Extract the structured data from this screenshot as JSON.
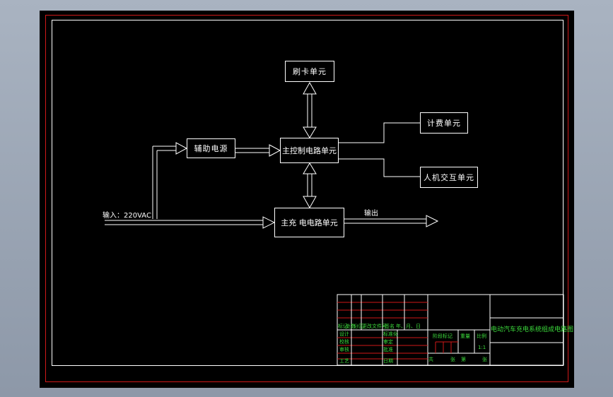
{
  "diagram": {
    "boxes": {
      "card": "刷卡单元",
      "aux_power": "辅助电源",
      "main_control": "主控制电路单元",
      "billing": "计费单元",
      "hmi": "人机交互单元",
      "main_charge": "主充 电电路单元"
    },
    "labels": {
      "input": "输入：220VAC",
      "output": "输出"
    }
  },
  "title_block": {
    "drawing_title": "电动汽车充电系统组成电路图",
    "row_header": [
      "标记",
      "处数",
      "分区",
      "更改文件号",
      "签名",
      "年、月、日"
    ],
    "left_labels": [
      "设计",
      "校核",
      "审核",
      "工艺"
    ],
    "mid_labels": [
      "标准化",
      "审定",
      "批准",
      "日期"
    ],
    "stage_label": "阶段标记",
    "weight_label": "重量",
    "scale_label": "比例",
    "scale_value": "1:1",
    "sheet_row": [
      "共",
      "张",
      "第",
      "张"
    ]
  },
  "colors": {
    "canvas": "#000000",
    "frame_red": "#d01818",
    "line": "#ffffff",
    "title_block_red": "#d01818",
    "title_block_text": "#3cdc3c"
  }
}
